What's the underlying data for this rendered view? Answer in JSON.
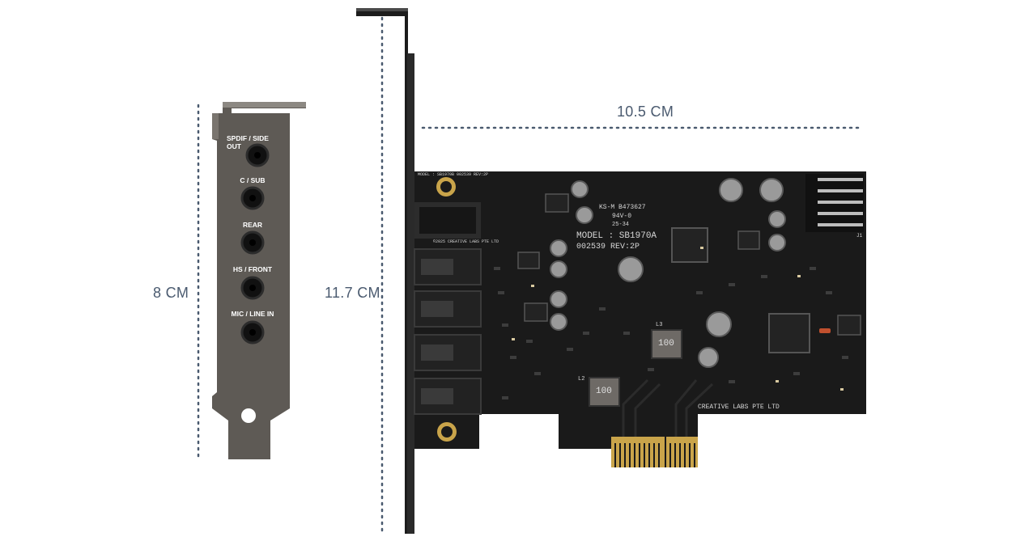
{
  "dimensions": {
    "width": "10.5 CM",
    "bracket_height": "8 CM",
    "full_height": "11.7 CM"
  },
  "bracket_ports": [
    {
      "label": "SPDIF / SIDE OUT"
    },
    {
      "label": "C / SUB"
    },
    {
      "label": "REAR"
    },
    {
      "label": "HS / FRONT"
    },
    {
      "label": "MIC / LINE IN"
    }
  ],
  "board_text": {
    "model": "MODEL : SB1970A",
    "serial_rev": "002539    REV:2P",
    "certification": "KS-M  B473627",
    "rating": "94V-0",
    "maker": "CREATIVE LABS PTE LTD",
    "inductor_value": "100",
    "inductor_l2": "L2",
    "inductor_l3": "L3",
    "edge_print": "MODEL : SB1970B  002539  REV:2P",
    "copyright": "©2025 CREATIVE LABS PTE LTD",
    "date_code": "25-34",
    "connector_j1": "J1"
  },
  "colors": {
    "dimension_text": "#4a5a6f",
    "dotted_line": "#4a5a6f",
    "bracket_metal": "#5e5a55",
    "pcb": "#1a1a1a",
    "gold": "#c9a44a"
  }
}
